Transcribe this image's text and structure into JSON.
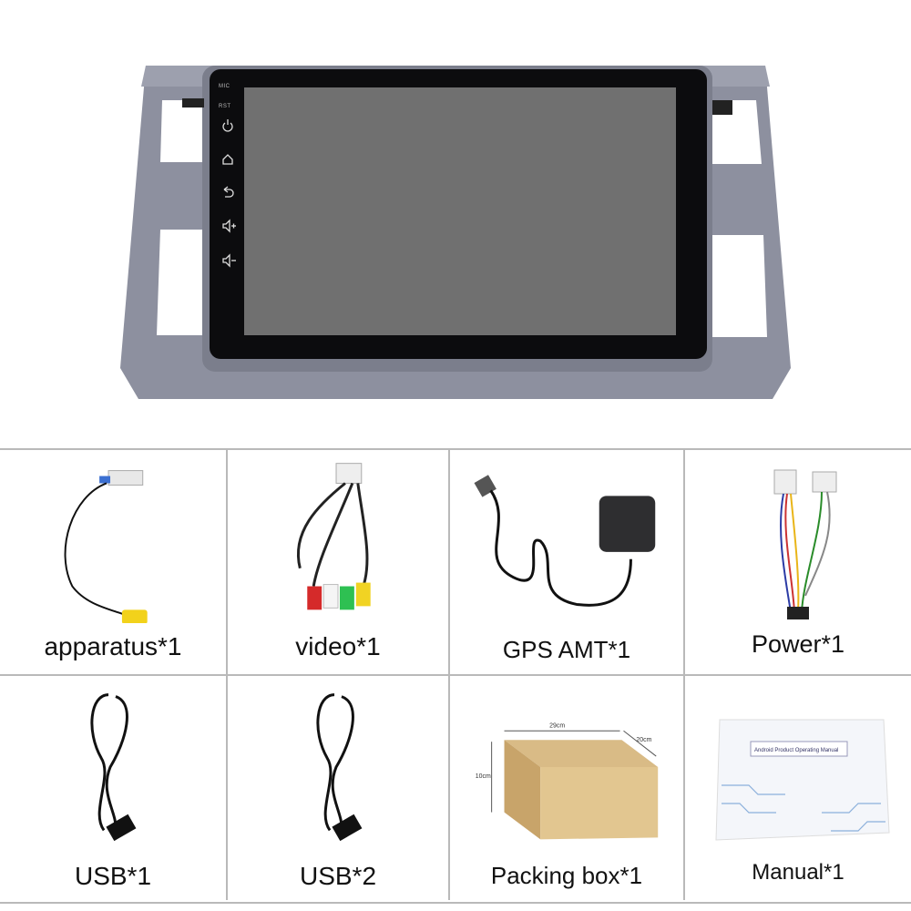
{
  "device": {
    "button_labels": [
      "MIC",
      "RST"
    ],
    "buttons": [
      {
        "icon": "power-icon"
      },
      {
        "icon": "home-icon"
      },
      {
        "icon": "back-icon"
      },
      {
        "icon": "volume-up-icon"
      },
      {
        "icon": "volume-down-icon"
      }
    ],
    "screen_color": "#707070",
    "frame_color": "#8c8f9e"
  },
  "accessories": [
    {
      "label": "apparatus*1"
    },
    {
      "label": "video*1"
    },
    {
      "label": "GPS AMT*1"
    },
    {
      "label": "Power*1"
    },
    {
      "label": "USB*1"
    },
    {
      "label": "USB*2"
    },
    {
      "label": "Packing box*1"
    },
    {
      "label": "Manual*1"
    }
  ],
  "box_dims": [
    "29cm",
    "20cm",
    "10cm"
  ],
  "manual_title": "Android Product Operating Manual"
}
